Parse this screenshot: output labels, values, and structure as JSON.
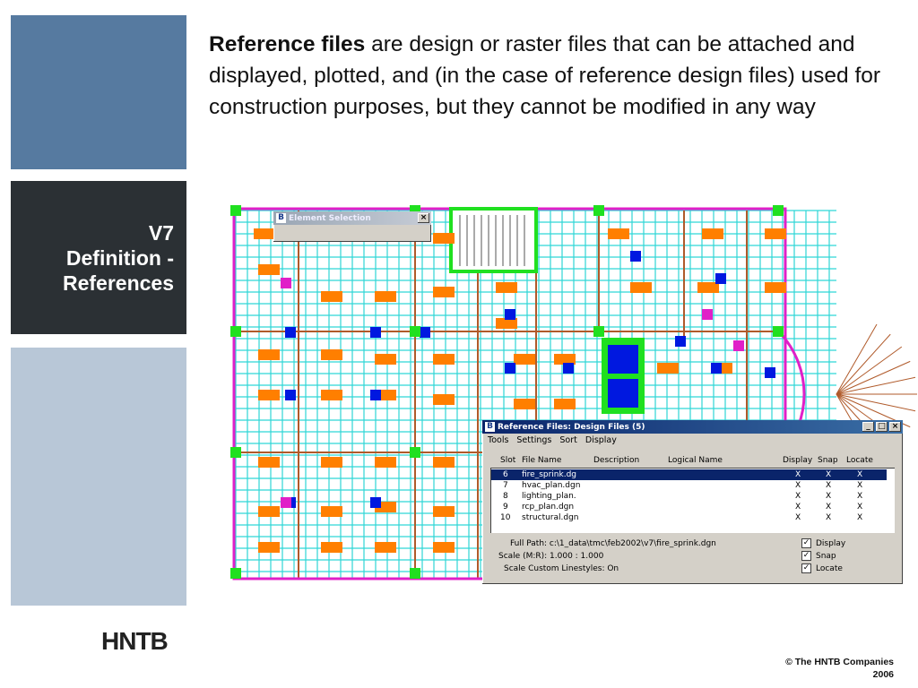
{
  "slide": {
    "title_lines": [
      "V7",
      "Definition -",
      "References"
    ],
    "lead_bold": "Reference files",
    "lead_rest": " are design or raster files that can be attached and displayed, plotted, and (in the case of reference design files) used for construction purposes, but they cannot be modified in any way",
    "logo": "HNTB",
    "copyright_lines": [
      "© The HNTB Companies",
      "2006"
    ]
  },
  "colors": {
    "block_top": "#567aa0",
    "block_title": "#2b3034",
    "block_bottom": "#b8c7d7",
    "grid_cyan": "#2fd6d6",
    "wall_magenta": "#e020c8",
    "wall_brown": "#b05a2a",
    "fixture_orange": "#ff7f00",
    "fixture_blue": "#0018e0",
    "column_green": "#20e020"
  },
  "element_selection": {
    "title": "Element Selection",
    "icon": "microstation-logo-icon",
    "close": "×"
  },
  "ref_window": {
    "title": "Reference Files: Design Files (5)",
    "buttons": [
      "_",
      "□",
      "×"
    ],
    "menu": [
      "Tools",
      "Settings",
      "Sort",
      "Display"
    ],
    "columns": [
      "Slot",
      "File Name",
      "Description",
      "Logical Name",
      "Display",
      "Snap",
      "Locate"
    ],
    "rows": [
      {
        "slot": "6",
        "file": "fire_sprink.dg",
        "display": "X",
        "snap": "X",
        "locate": "X"
      },
      {
        "slot": "7",
        "file": "hvac_plan.dgn",
        "display": "X",
        "snap": "X",
        "locate": "X"
      },
      {
        "slot": "8",
        "file": "lighting_plan.",
        "display": "X",
        "snap": "X",
        "locate": "X"
      },
      {
        "slot": "9",
        "file": "rcp_plan.dgn",
        "display": "X",
        "snap": "X",
        "locate": "X"
      },
      {
        "slot": "10",
        "file": "structural.dgn",
        "display": "X",
        "snap": "X",
        "locate": "X"
      }
    ],
    "full_path": "Full Path:  c:\\1_data\\tmc\\feb2002\\v7\\fire_sprink.dgn",
    "scale": "Scale (M:R):  1.000 : 1.000",
    "linestyles": "Scale Custom Linestyles:  On",
    "checkboxes": [
      {
        "label": "Display",
        "checked": true
      },
      {
        "label": "Snap",
        "checked": true
      },
      {
        "label": "Locate",
        "checked": true
      }
    ]
  }
}
